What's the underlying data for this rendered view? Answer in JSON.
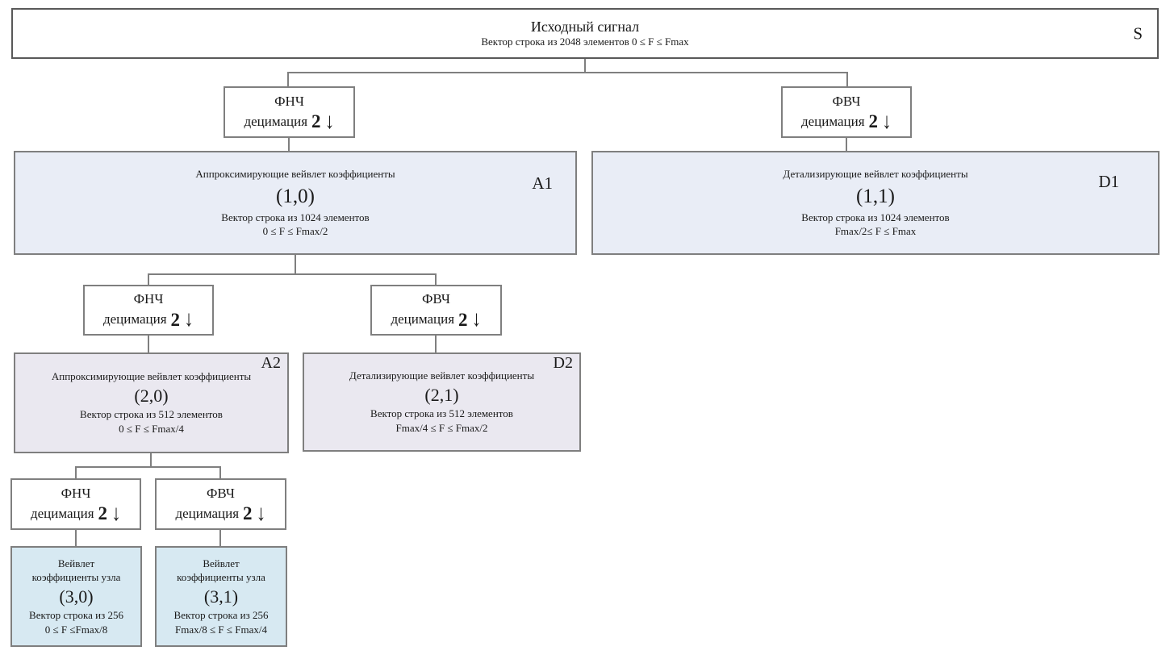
{
  "root": {
    "title": "Исходный сигнал",
    "subtitle": "Вектор строка из 2048 элементов 0 ≤ F ≤ Fmax",
    "label": "S"
  },
  "filter": {
    "lowpass_name": "ФНЧ",
    "highpass_name": "ФВЧ",
    "decimation_label": "децимация",
    "decimation_factor": "2",
    "downsample_arrow": "↓"
  },
  "nodes": {
    "a1": {
      "label": "A1",
      "title": "Аппроксимирующие вейвлет коэффициенты",
      "index": "(1,0)",
      "vector": "Вектор строка из 1024 элементов",
      "range": "0 ≤ F ≤ Fmax/2"
    },
    "d1": {
      "label": "D1",
      "title": "Детализирующие вейвлет коэффициенты",
      "index": "(1,1)",
      "vector": "Вектор строка из 1024 элементов",
      "range": "Fmax/2≤ F ≤ Fmax"
    },
    "a2": {
      "label": "A2",
      "title": "Аппроксимирующие вейвлет коэффициенты",
      "index": "(2,0)",
      "vector": "Вектор строка из 512 элементов",
      "range": "0 ≤ F ≤ Fmax/4"
    },
    "d2": {
      "label": "D2",
      "title": "Детализирующие вейвлет коэффициенты",
      "index": "(2,1)",
      "vector": "Вектор строка из 512 элементов",
      "range": "Fmax/4 ≤ F ≤ Fmax/2"
    },
    "n30": {
      "title_line1": "Вейвлет",
      "title_line2": "коэффициенты узла",
      "index": "(3,0)",
      "vector": "Вектор строка из 256",
      "range": "0 ≤ F ≤Fmax/8"
    },
    "n31": {
      "title_line1": "Вейвлет",
      "title_line2": "коэффициенты узла",
      "index": "(3,1)",
      "vector": "Вектор строка из 256",
      "range": "Fmax/8 ≤ F ≤ Fmax/4"
    }
  },
  "colors": {
    "level1_fill": "#e9edf6",
    "level2_fill": "#eae8f0",
    "level3_fill": "#d7e9f2",
    "box_border": "#7f7f7f",
    "root_border": "#595959",
    "connector_line": "#7f7f7f"
  }
}
